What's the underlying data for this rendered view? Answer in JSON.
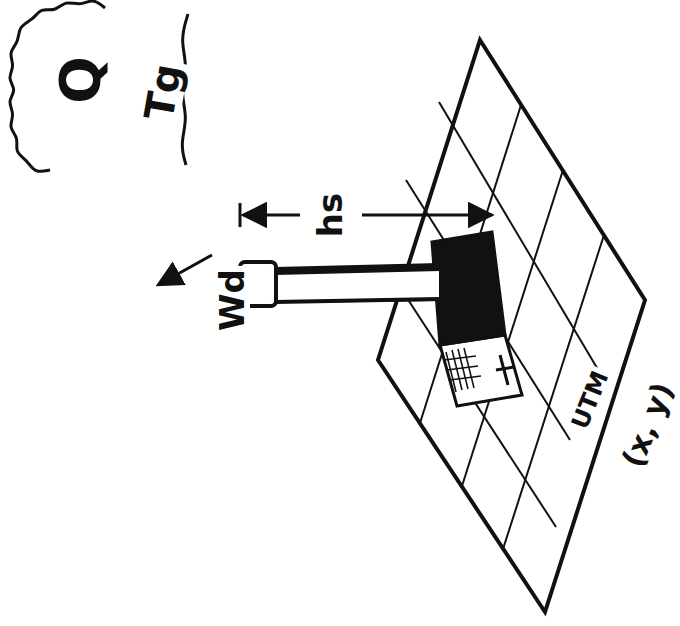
{
  "diagram": {
    "nodes": [
      {
        "text": [
          "Q",
          "Tg"
        ]
      }
    ],
    "labels": [
      "hs",
      "Wd",
      "UTM",
      "(x, y)"
    ]
  }
}
